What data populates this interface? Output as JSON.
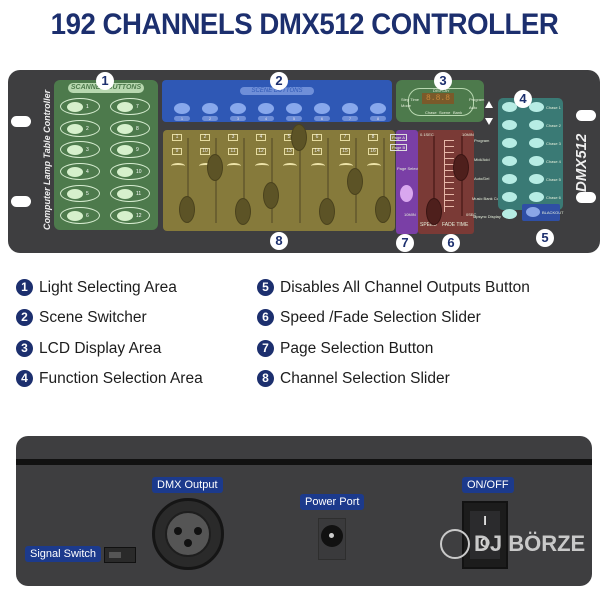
{
  "title": "192 CHANNELS DMX512 CONTROLLER",
  "front_panel": {
    "side_text": "Computer Lamp Table Controller",
    "brand_text": "DMX512",
    "badges": [
      "1",
      "2",
      "3",
      "4",
      "5",
      "6",
      "7",
      "8"
    ],
    "scanner_area": {
      "label": "SCANNER BUTTONS",
      "buttons": [
        "1",
        "2",
        "3",
        "4",
        "5",
        "6",
        "7",
        "8",
        "9",
        "10",
        "11",
        "12"
      ]
    },
    "scene_area": {
      "label": "SCENE BUTTONS",
      "buttons": [
        "1",
        "2",
        "3",
        "4",
        "5",
        "6",
        "7",
        "8"
      ]
    },
    "channel_area": {
      "top_row": [
        "1",
        "2",
        "3",
        "4",
        "5",
        "6",
        "7",
        "8"
      ],
      "bottom_row": [
        "9",
        "10",
        "11",
        "12",
        "13",
        "14",
        "15",
        "16"
      ]
    },
    "lcd_area": {
      "title": "DISPLAY",
      "digits": "8.8.8",
      "left_labels": [
        "Step Time",
        "Mode"
      ],
      "right_labels": [
        "Program",
        "Auto"
      ],
      "bottom_labels": [
        "Chase",
        "Scene",
        "Bank"
      ],
      "arrow_label": "Bank"
    },
    "page_area": {
      "buttons": [
        "Page A",
        "Page B"
      ],
      "label": "Page Selector"
    },
    "speed_fade_area": {
      "top_left": "0.1SEC",
      "top_right": "10MIN",
      "bottom_left": "10MIN",
      "bottom_right": "0SEC",
      "speed_label": "SPEED",
      "fade_label": "FADE TIME"
    },
    "function_area": {
      "left_labels": [
        "Program",
        "Midi/Add",
        "Auto/Del",
        "Music Bank Copy",
        "Tapsync Display"
      ],
      "chase_labels": [
        "Chase 1",
        "Chase 2",
        "Chase 3",
        "Chase 4",
        "Chase 5",
        "Chase 6"
      ],
      "blackout_label": "BLACKOUT"
    }
  },
  "legend": [
    {
      "num": "1",
      "text": "Light Selecting Area"
    },
    {
      "num": "2",
      "text": "Scene Switcher"
    },
    {
      "num": "3",
      "text": "LCD Display Area"
    },
    {
      "num": "4",
      "text": "Function Selection Area"
    },
    {
      "num": "5",
      "text": "Disables All Channel Outputs Button"
    },
    {
      "num": "6",
      "text": "Speed /Fade Selection Slider"
    },
    {
      "num": "7",
      "text": "Page Selection Button"
    },
    {
      "num": "8",
      "text": "Channel Selection Slider"
    }
  ],
  "rear_panel": {
    "signal_switch": "Signal Switch",
    "dmx_output": "DMX Output",
    "power_port": "Power Port",
    "on_off": "ON/OFF",
    "switch_on": "I",
    "switch_off": "O"
  },
  "watermark": "DJ BÖRZE",
  "colors": {
    "title": "#1c2f6e",
    "scanner_area": "#4d7a4c",
    "scene_area": "#2f58b5",
    "channel_area": "#867a3b",
    "page_area": "#7a3fa6",
    "speed_area": "#7a3a36",
    "function_area": "#3a7a75",
    "tag": "#1c3a8c"
  }
}
